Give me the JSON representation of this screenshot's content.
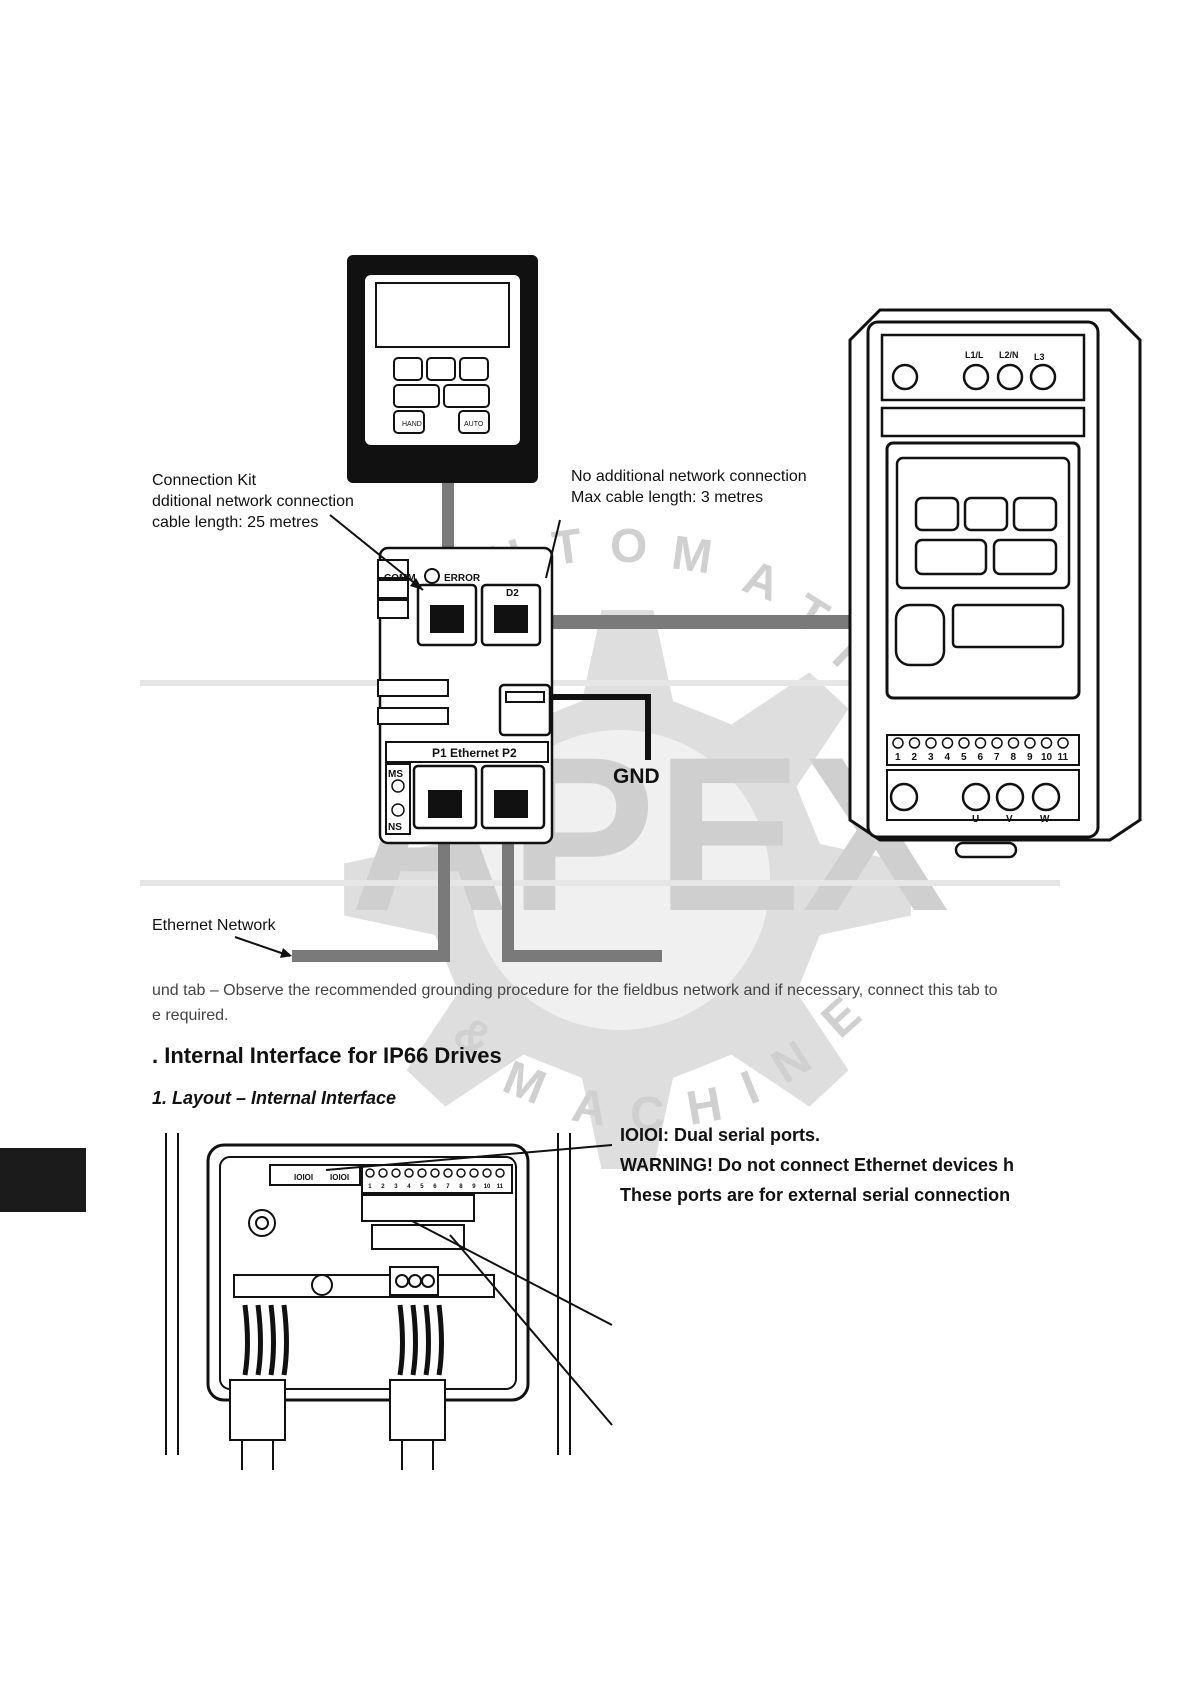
{
  "diagram_top": {
    "left_callout": [
      "Connection Kit",
      "dditional network connection",
      "cable length: 25 metres"
    ],
    "right_callout": [
      "",
      "No additional network connection",
      "Max cable length: 3 metres"
    ],
    "module_labels": {
      "comm": "COMM",
      "error": "ERROR",
      "d2": "D2",
      "ethernet_ports": "P1 Ethernet P2",
      "ms": "MS",
      "ns": "NS"
    },
    "gnd": "GND",
    "ethernet_network": "Ethernet Network",
    "drive_labels": {
      "l1": "L1/L",
      "l2": "L2/N",
      "l3": "L3",
      "u": "U",
      "v": "V",
      "w": "W",
      "terminals": [
        "1",
        "2",
        "3",
        "4",
        "5",
        "6",
        "7",
        "8",
        "9",
        "10",
        "11"
      ]
    },
    "keypad_labels": {
      "hand": "HAND",
      "auto": "AUTO"
    }
  },
  "body": {
    "line1": "und tab – Observe the recommended grounding procedure for the fieldbus network and if necessary, connect this tab to",
    "line2": "e required.",
    "section_heading": ". Internal Interface for IP66 Drives",
    "subsection_heading": "1. Layout – Internal Interface"
  },
  "diagram_bottom": {
    "notes": [
      "IOIOI: Dual serial ports.",
      "WARNING! Do not connect Ethernet devices h",
      "These ports are for external serial connection"
    ],
    "port_labels": [
      "IOIOI",
      "IOIOI"
    ],
    "terminals": [
      "1",
      "2",
      "3",
      "4",
      "5",
      "6",
      "7",
      "8",
      "9",
      "10",
      "11"
    ]
  },
  "watermark": {
    "top_text": "AUTOMATION",
    "main_text": "APEX",
    "bottom_text": "& MACHINE",
    "color": "#d9d9d9"
  }
}
